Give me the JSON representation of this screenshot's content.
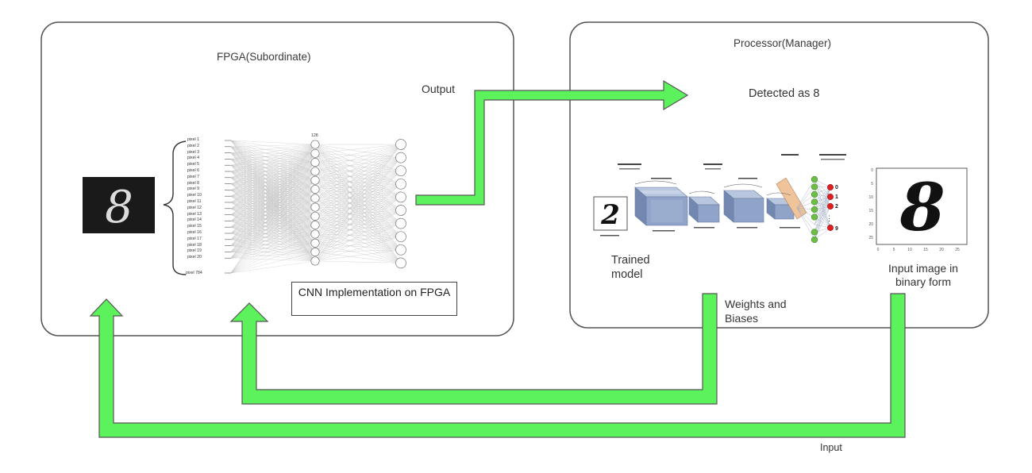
{
  "fpga_box": {
    "title": "FPGA(Subordinate)",
    "cnn_label": "CNN Implementation on FPGA",
    "input_digit": "8",
    "pixel_labels": [
      "pixel 1",
      "pixel 2",
      "pixel 3",
      "pixel 4",
      "pixel 5",
      "pixel 6",
      "pixel 7",
      "pixel 8",
      "pixel 9",
      "pixel 10",
      "pixel 11",
      "pixel 12",
      "pixel 13",
      "pixel 14",
      "pixel 15",
      "pixel 16",
      "pixel 17",
      "pixel 18",
      "pixel 19",
      "pixel 20"
    ],
    "last_pixel_label": "pixel 784",
    "hidden_count_label": "128"
  },
  "processor_box": {
    "title": "Processor(Manager)",
    "detected_text": "Detected as 8",
    "trained_model_label": "Trained model",
    "input_image_label": "Input image in binary form",
    "cnn_input_digit": "2",
    "output_digits": [
      "0",
      "1",
      "2",
      "9"
    ],
    "output_dots": "⋮",
    "plot_y_ticks": [
      "0",
      "5",
      "10",
      "15",
      "20",
      "25"
    ],
    "plot_x_ticks": [
      "0",
      "5",
      "10",
      "15",
      "20",
      "25"
    ],
    "plot_digit": "8"
  },
  "arrows": {
    "output": "Output",
    "weights": "Weights and Biases",
    "input": "Input"
  },
  "colors": {
    "arrow_fill": "#5cf25c",
    "arrow_stroke": "#555555",
    "box_border": "#555555",
    "cnn_blue": "#8fa4c8",
    "output_red": "#e02020",
    "fc_green": "#6bbf44"
  }
}
